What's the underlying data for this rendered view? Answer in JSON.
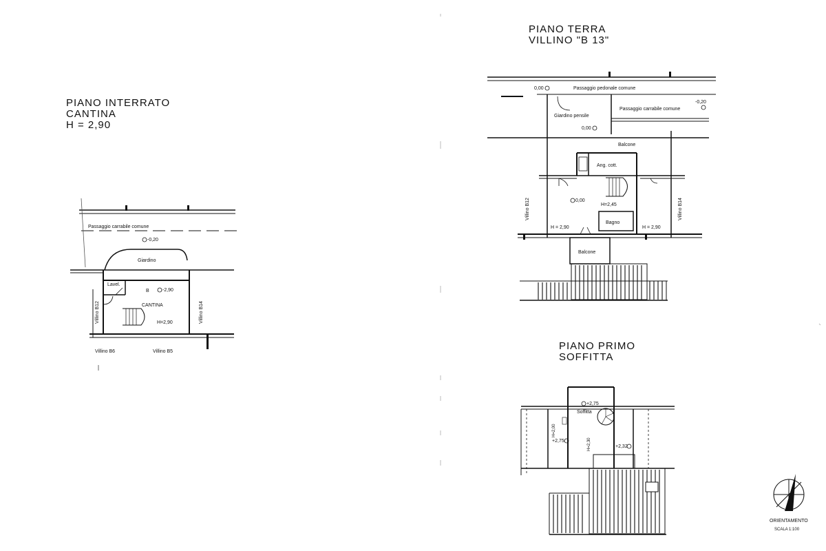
{
  "interrato": {
    "title": [
      "PIANO  INTERRATO",
      "CANTINA",
      "H = 2,90"
    ],
    "labels": {
      "passaggio": "Passaggio carrabile comune",
      "level_top": "-0,20",
      "giardino": "Giardino",
      "lavel": "Lavel.",
      "b": "B",
      "level_room": "-2,90",
      "cantina": "CANTINA",
      "h": "H=2,90",
      "villino_b12": "Villino B12",
      "villino_b14": "Villino B14",
      "villino_b6": "Villino B6",
      "villino_b5": "Villino B5"
    }
  },
  "terra": {
    "title": [
      "PIANO  TERRA",
      "VILLINO  \"B 13\""
    ],
    "labels": {
      "level_left": "0,00",
      "pedonale": "Passaggio pedonale comune",
      "level_right": "-0,20",
      "carrabile": "Passaggio carrabile comune",
      "giardino": "Giardino pensile",
      "level_garden": "0,00",
      "balcone_top": "Balcone",
      "ang_cott": "Ang. cott.",
      "level_mid": "0,00",
      "h245": "H=2,45",
      "bagno": "Bagno",
      "h_left": "H = 2,90",
      "h_right": "H = 2,90",
      "villino_b12": "Villino B12",
      "villino_b14": "Villino B14",
      "balcone_bottom": "Balcone"
    }
  },
  "primo": {
    "title": [
      "PIANO  PRIMO",
      "SOFFITTA"
    ],
    "labels": {
      "level_top": "+2,75",
      "soffitta": "Soffitta",
      "h_left": "H=2,00",
      "level_left": "+2,75",
      "h_mid": "H=2,30",
      "level_right": "+2,32"
    }
  },
  "orientamento": {
    "label": "ORIENTAMENTO",
    "scale": "SCALA 1:100"
  }
}
